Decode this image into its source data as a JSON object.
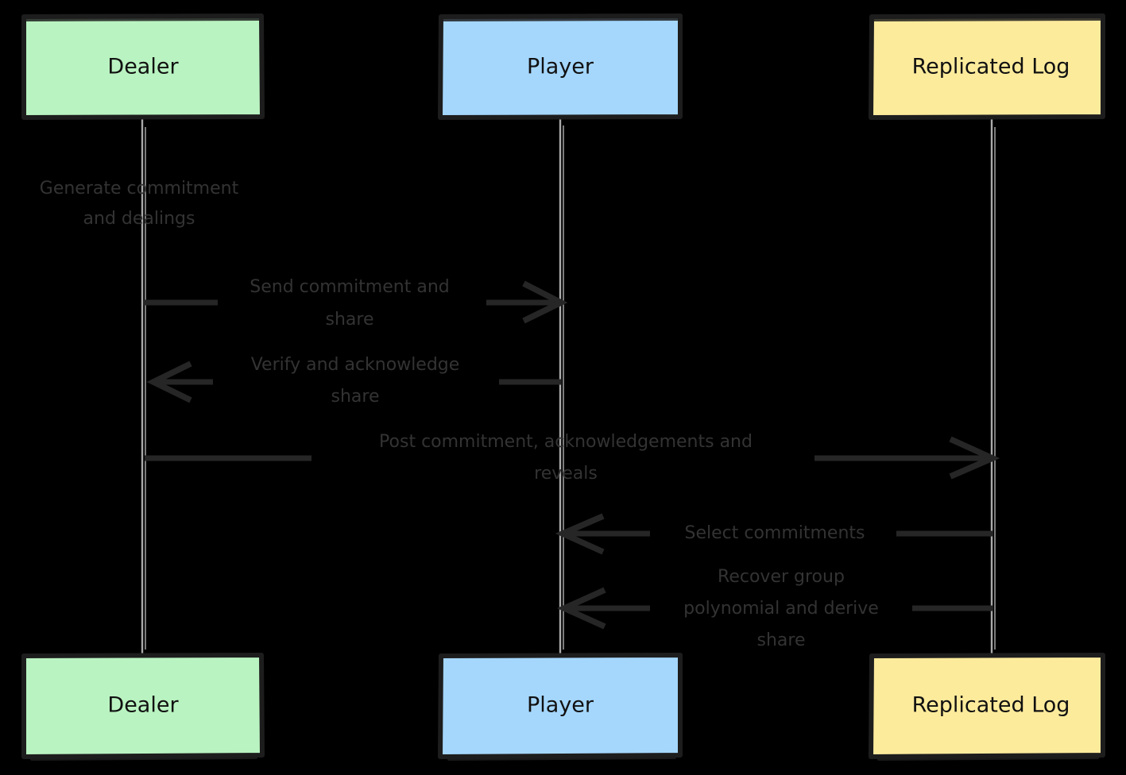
{
  "diagram": {
    "type": "sequence-diagram",
    "background_color": "#000000",
    "title": "",
    "participants": [
      {
        "id": "dealer",
        "label": "Dealer",
        "fill": "#b9f3c1",
        "border": "#1d1d1d",
        "text_color": "#111111"
      },
      {
        "id": "player",
        "label": "Player",
        "fill": "#a5d7fd",
        "border": "#1d1d1d",
        "text_color": "#111111"
      },
      {
        "id": "log",
        "label": "Replicated Log",
        "fill": "#fdeb9c",
        "border": "#1d1d1d",
        "text_color": "#111111"
      }
    ],
    "notes": [
      {
        "id": "note-generate",
        "over": "dealer",
        "lines": [
          "Generate commitment",
          "and dealings"
        ],
        "text_color": "#333333"
      }
    ],
    "messages": [
      {
        "id": "msg-send-commitment-and-share",
        "from": "dealer",
        "to": "player",
        "direction": "right",
        "lines": [
          "Send commitment and",
          "share"
        ],
        "line_color": "#262626"
      },
      {
        "id": "msg-verify-and-acknowledge-share",
        "from": "player",
        "to": "dealer",
        "direction": "left",
        "lines": [
          "Verify and acknowledge",
          "share"
        ],
        "line_color": "#262626"
      },
      {
        "id": "msg-post-commitment",
        "from": "dealer",
        "to": "log",
        "direction": "right",
        "lines": [
          "Post commitment, acknowledgements and",
          "reveals"
        ],
        "line_color": "#262626"
      },
      {
        "id": "msg-select-commitments",
        "from": "log",
        "to": "player",
        "direction": "left",
        "lines": [
          "Select commitments"
        ],
        "line_color": "#262626"
      },
      {
        "id": "msg-recover-group-polynomial",
        "from": "log",
        "to": "player",
        "direction": "left",
        "lines": [
          "Recover group",
          "polynomial and derive",
          "share"
        ],
        "line_color": "#262626"
      }
    ],
    "lifeline_color": "#aaaaaa"
  }
}
